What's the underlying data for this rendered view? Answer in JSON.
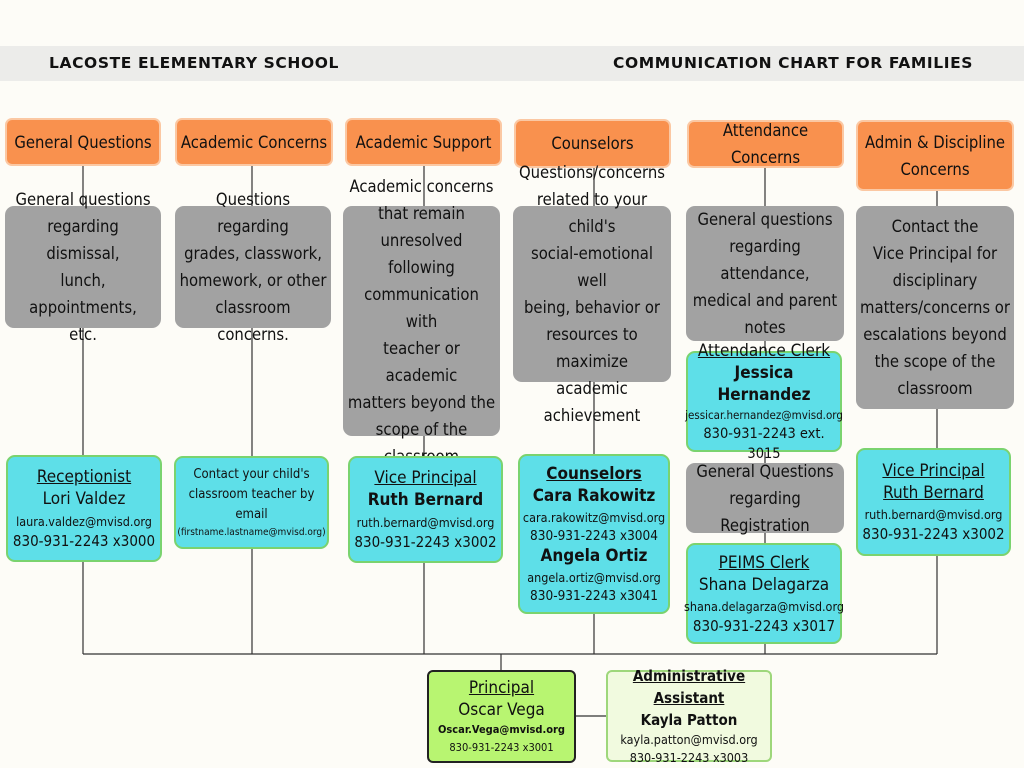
{
  "header": {
    "school": "LACOSTE ELEMENTARY SCHOOL",
    "title": "COMMUNICATION CHART FOR FAMILIES"
  },
  "columns": [
    {
      "category": "General Questions",
      "description": [
        "General questions",
        "regarding dismissal,",
        "lunch, appointments,",
        "etc."
      ],
      "contact": {
        "role": "Receptionist",
        "name": "Lori Valdez",
        "email": "laura.valdez@mvisd.org",
        "phone": "830-931-2243 x3000"
      }
    },
    {
      "category": "Academic Concerns",
      "description": [
        "Questions regarding",
        "grades, classwork,",
        "homework, or other",
        "classroom concerns."
      ],
      "contact": {
        "lines": [
          "Contact your child's",
          "classroom teacher by",
          "email"
        ],
        "note": "(firstname.lastname@mvisd.org)"
      }
    },
    {
      "category": "Academic Support",
      "description": [
        "Academic concerns",
        "that remain",
        "unresolved following",
        "communication with",
        "teacher or academic",
        "matters beyond the",
        "scope of the",
        "classroom"
      ],
      "contact": {
        "role": "Vice Principal",
        "name": "Ruth Bernard",
        "email": "ruth.bernard@mvisd.org",
        "phone": "830-931-2243 x3002"
      }
    },
    {
      "category": "Counselors",
      "description": [
        "Questions/concerns",
        "related to your child's",
        "social-emotional well",
        "being, behavior or",
        "resources to maximize",
        "academic achievement"
      ],
      "contact": {
        "role": "Counselors",
        "name1": "Cara Rakowitz",
        "email1": "cara.rakowitz@mvisd.org",
        "phone1": "830-931-2243 x3004",
        "name2": "Angela Ortiz",
        "email2": "angela.ortiz@mvisd.org",
        "phone2": "830-931-2243 x3041"
      }
    },
    {
      "category": "Attendance Concerns",
      "description": [
        "General questions",
        "regarding attendance,",
        "medical and parent",
        "notes"
      ],
      "contact": {
        "role": "Attendance Clerk",
        "name": "Jessica Hernandez",
        "email": "jessicar.hernandez@mvisd.org",
        "phone": "830-931-2243 ext. 3015"
      },
      "description2": [
        "General Questions",
        "regarding Registration"
      ],
      "contact2": {
        "role": "PEIMS Clerk",
        "name": "Shana Delagarza",
        "email": "shana.delagarza@mvisd.org",
        "phone": "830-931-2243 x3017"
      }
    },
    {
      "category": [
        "Admin & Discipline",
        "Concerns"
      ],
      "description": [
        "Contact the",
        "Vice Principal for",
        "disciplinary",
        "matters/concerns or",
        "escalations beyond",
        "the scope of the",
        "classroom"
      ],
      "contact": {
        "role1": "Vice Principal",
        "role2": "Ruth Bernard",
        "email": "ruth.bernard@mvisd.org",
        "phone": "830-931-2243 x3002"
      }
    }
  ],
  "principal": {
    "role": "Principal",
    "name": "Oscar Vega",
    "email": "Oscar.Vega@mvisd.org",
    "phone": "830-931-2243 x3001"
  },
  "assistant": {
    "role": "Administrative Assistant",
    "name": "Kayla Patton",
    "email": "kayla.patton@mvisd.org",
    "phone": "830-931-2243 x3003"
  },
  "colors": {
    "category_fill": "#f9914e",
    "description_fill": "#a2a2a2",
    "contact_fill": "#5edfe8",
    "contact_border": "#7ad36f",
    "principal_fill": "#b8f571",
    "assistant_fill": "#f1fadf",
    "background": "#fdfcf7"
  }
}
